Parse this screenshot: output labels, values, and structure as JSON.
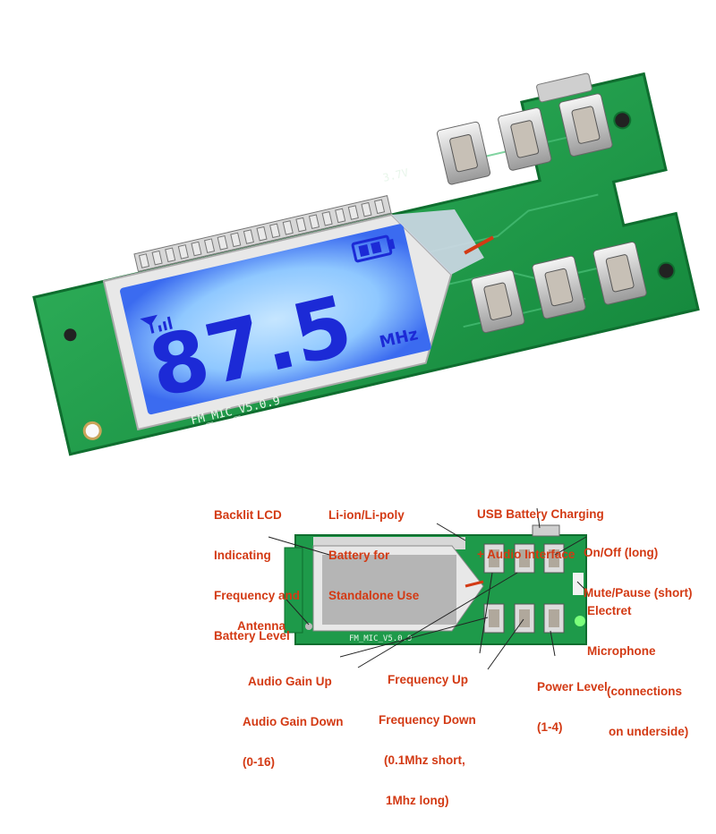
{
  "display": {
    "frequency": "87.5",
    "unit": "MHz"
  },
  "pcb": {
    "version_text": "FM_MIC_V5.0.9",
    "voltage_mark": "3.7V"
  },
  "labels": {
    "backlit_lcd": [
      "Backlit LCD",
      "Indicating",
      "Frequency and",
      "Battery Level"
    ],
    "battery": [
      "Li-ion/Li-poly",
      "Battery for",
      "Standalone Use"
    ],
    "usb": [
      "USB Battery Charging",
      "+ Audio Interface"
    ],
    "onoff": [
      "On/Off (long)",
      "Mute/Pause (short)"
    ],
    "antenna": [
      "Antenna"
    ],
    "electret": [
      "Electret",
      "Microphone",
      "(connections",
      "on underside)"
    ],
    "audio_gain": [
      "Audio Gain Up",
      "Audio Gain Down",
      "(0-16)"
    ],
    "frequency": [
      "Frequency Up",
      "Frequency Down",
      "(0.1Mhz short,",
      "1Mhz long)"
    ],
    "power_level": [
      "Power Level",
      "(1-4)"
    ]
  },
  "colors": {
    "pcb_green": "#1e9a4a",
    "lcd_blue": "#8fc8ff",
    "label_red": "#d33a14",
    "digit_blue": "#1c2ad6"
  }
}
